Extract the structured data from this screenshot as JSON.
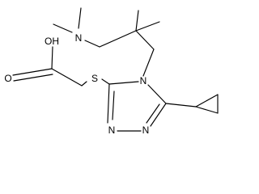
{
  "molecule": {
    "labels": {
      "hydroxyl": "OH",
      "carbonyl_oxygen": "O",
      "sulfur": "S",
      "amine_nitrogen": "N",
      "ring_n4": "N",
      "ring_n1": "N",
      "ring_n2": "N"
    }
  }
}
